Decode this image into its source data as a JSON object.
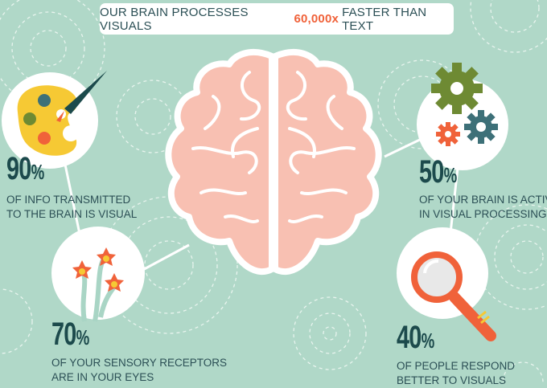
{
  "title": {
    "before": "OUR BRAIN PROCESSES VISUALS",
    "highlight": "60,000x",
    "after": "FASTER THAN TEXT"
  },
  "colors": {
    "background": "#b0d8c8",
    "text": "#1f4a4c",
    "accent": "#f0623a",
    "brain": "#f8c0b2",
    "gear_green": "#6e8a33",
    "gear_teal": "#3d7078",
    "palette_yellow": "#f6c934"
  },
  "stats": [
    {
      "value": "90",
      "unit": "%",
      "line1": "OF INFO TRANSMITTED",
      "line2": "TO THE BRAIN IS VISUAL",
      "icon": "paint-palette-icon"
    },
    {
      "value": "50",
      "unit": "%",
      "line1": "OF YOUR BRAIN IS ACTIVE",
      "line2": "IN VISUAL PROCESSING",
      "icon": "gears-icon"
    },
    {
      "value": "70",
      "unit": "%",
      "line1": "OF YOUR SENSORY RECEPTORS",
      "line2": "ARE IN YOUR EYES",
      "icon": "sensory-receptors-icon"
    },
    {
      "value": "40",
      "unit": "%",
      "line1": "OF PEOPLE RESPOND",
      "line2": "BETTER TO VISUALS",
      "icon": "magnifying-glass-icon"
    }
  ],
  "center_icon": "brain-icon"
}
